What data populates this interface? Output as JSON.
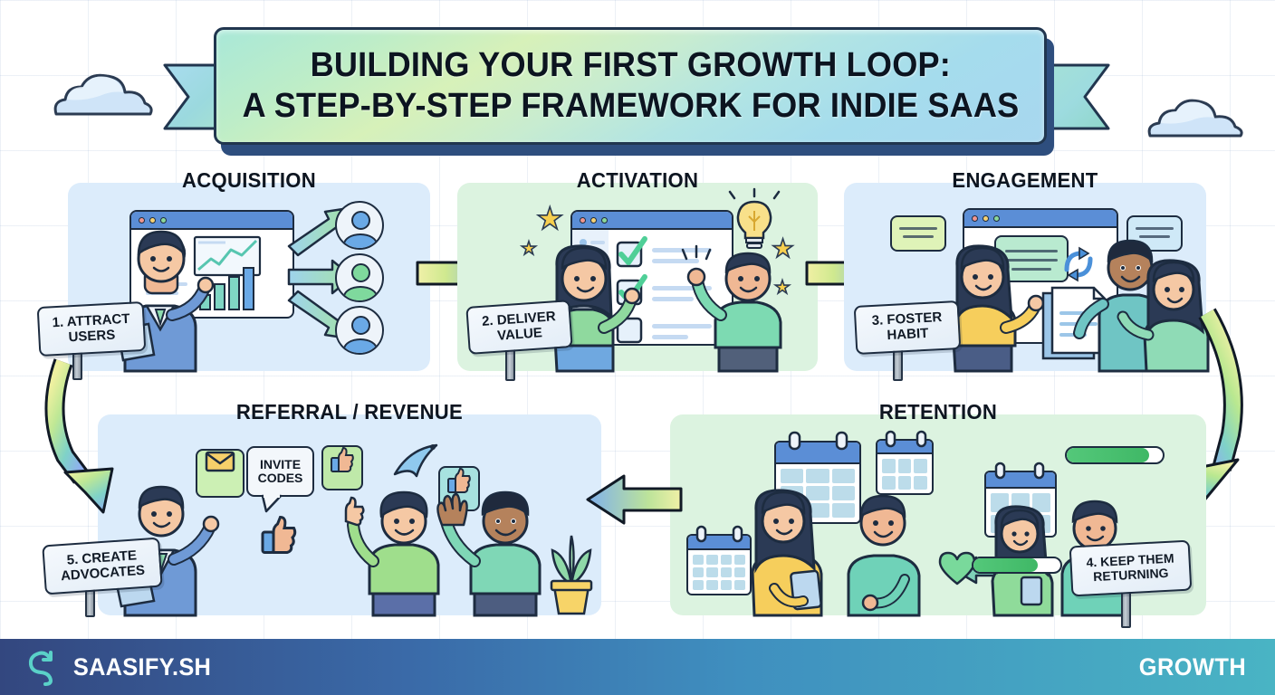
{
  "title": {
    "line1": "BUILDING YOUR FIRST GROWTH LOOP:",
    "line2": "A STEP-BY-STEP FRAMEWORK FOR INDIE SAAS"
  },
  "stages": [
    {
      "id": "acquisition",
      "heading": "ACQUISITION",
      "sign_line1": "1. ATTRACT",
      "sign_line2": "USERS",
      "panel_color": "#dcecfb"
    },
    {
      "id": "activation",
      "heading": "ACTIVATION",
      "sign_line1": "2. DELIVER",
      "sign_line2": "VALUE",
      "panel_color": "#dcf3e0"
    },
    {
      "id": "engagement",
      "heading": "ENGAGEMENT",
      "sign_line1": "3. FOSTER",
      "sign_line2": "HABIT",
      "panel_color": "#dcecfb"
    },
    {
      "id": "retention",
      "heading": "RETENTION",
      "sign_line1": "4. KEEP THEM",
      "sign_line2": "RETURNING",
      "panel_color": "#dcf3e0"
    },
    {
      "id": "referral-revenue",
      "heading": "REFERRAL / REVENUE",
      "sign_line1": "5. CREATE",
      "sign_line2": "ADVOCATES",
      "panel_color": "#dcecfb"
    }
  ],
  "callouts": {
    "invite_codes_line1": "INVITE",
    "invite_codes_line2": "CODES"
  },
  "footer": {
    "brand": "SAASIFY.SH",
    "tag": "GROWTH",
    "logo_icon": "circular-arrow-s-icon"
  },
  "colors": {
    "panel_blue": "#dcecfb",
    "panel_green": "#dcf3e0",
    "ink": "#1d2c40",
    "arrow_green": "#cfe98f",
    "arrow_blue": "#8fb8f0",
    "footer_left": "#33477f",
    "footer_right": "#49b4c4",
    "brand_logo": "#5ad1c8"
  },
  "chart_data": {
    "type": "diagram",
    "title": "Growth Loop Framework",
    "loop_order": [
      "ACQUISITION",
      "ACTIVATION",
      "ENGAGEMENT",
      "RETENTION",
      "REFERRAL / REVENUE"
    ],
    "steps": [
      {
        "number": 1,
        "stage": "ACQUISITION",
        "action": "ATTRACT USERS"
      },
      {
        "number": 2,
        "stage": "ACTIVATION",
        "action": "DELIVER VALUE"
      },
      {
        "number": 3,
        "stage": "ENGAGEMENT",
        "action": "FOSTER HABIT"
      },
      {
        "number": 4,
        "stage": "RETENTION",
        "action": "KEEP THEM RETURNING"
      },
      {
        "number": 5,
        "stage": "REFERRAL / REVENUE",
        "action": "CREATE ADVOCATES"
      }
    ],
    "connectors": [
      {
        "from": "ACQUISITION",
        "to": "ACTIVATION",
        "shape": "straight-right"
      },
      {
        "from": "ACTIVATION",
        "to": "ENGAGEMENT",
        "shape": "straight-right"
      },
      {
        "from": "ENGAGEMENT",
        "to": "RETENTION",
        "shape": "curved-down-right"
      },
      {
        "from": "RETENTION",
        "to": "REFERRAL / REVENUE",
        "shape": "straight-left"
      },
      {
        "from": "REFERRAL / REVENUE",
        "to": "ACQUISITION",
        "shape": "curved-up-left"
      }
    ]
  }
}
